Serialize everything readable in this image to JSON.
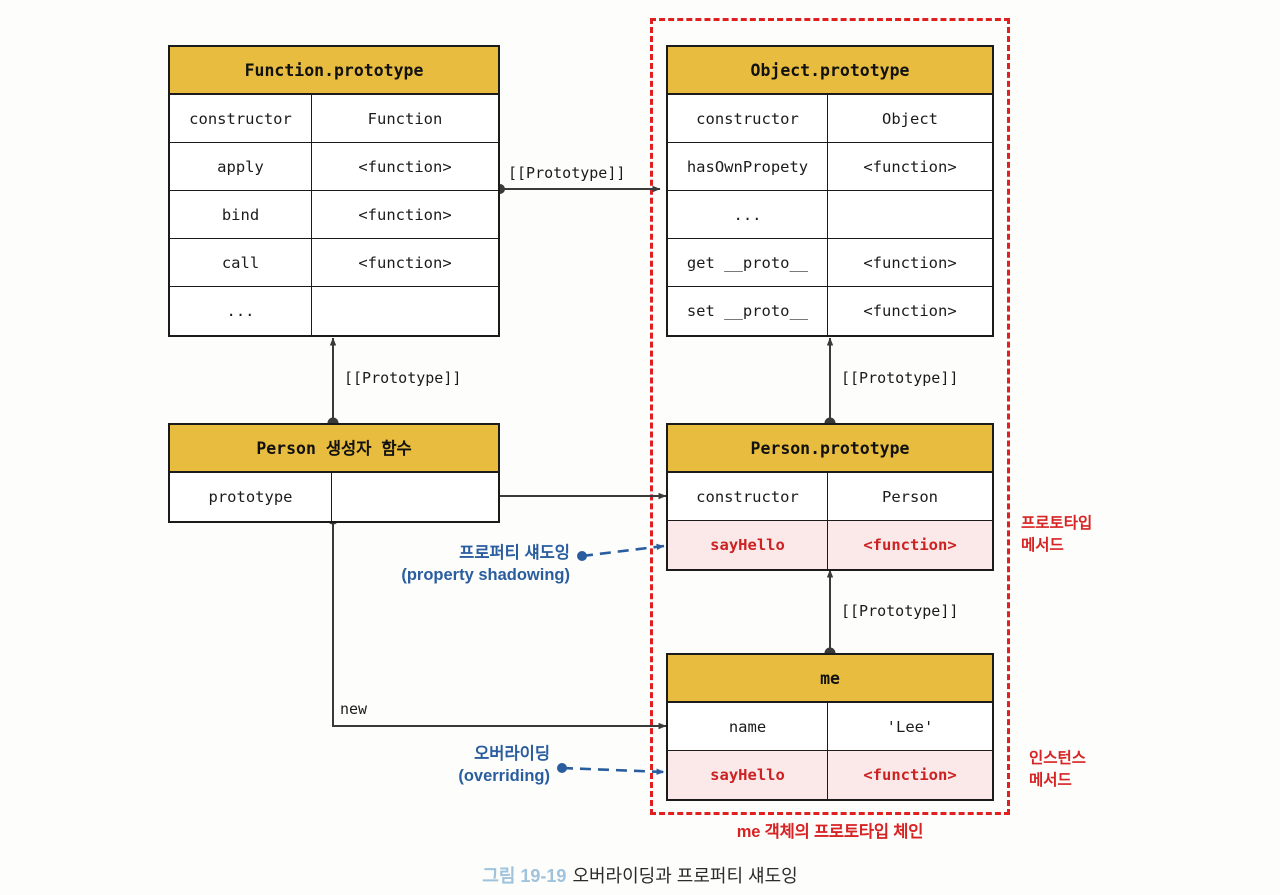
{
  "diagram": {
    "chain_region": {
      "caption": "me 객체의 프로토타입 체인"
    },
    "objects": {
      "function_prototype": {
        "title": "Function.prototype",
        "rows": [
          {
            "key": "constructor",
            "value": "Function",
            "highlight": false
          },
          {
            "key": "apply",
            "value": "<function>",
            "highlight": false
          },
          {
            "key": "bind",
            "value": "<function>",
            "highlight": false
          },
          {
            "key": "call",
            "value": "<function>",
            "highlight": false
          },
          {
            "key": "...",
            "value": "",
            "highlight": false
          }
        ]
      },
      "object_prototype": {
        "title": "Object.prototype",
        "rows": [
          {
            "key": "constructor",
            "value": "Object",
            "highlight": false
          },
          {
            "key": "hasOwnPropety",
            "value": "<function>",
            "highlight": false
          },
          {
            "key": "...",
            "value": "",
            "highlight": false
          },
          {
            "key": "get __proto__",
            "value": "<function>",
            "highlight": false
          },
          {
            "key": "set __proto__",
            "value": "<function>",
            "highlight": false
          }
        ]
      },
      "person_constructor": {
        "title": "Person 생성자 함수",
        "rows": [
          {
            "key": "prototype",
            "value": "",
            "highlight": false
          }
        ]
      },
      "person_prototype": {
        "title": "Person.prototype",
        "rows": [
          {
            "key": "constructor",
            "value": "Person",
            "highlight": false
          },
          {
            "key": "sayHello",
            "value": "<function>",
            "highlight": true
          }
        ]
      },
      "me_instance": {
        "title": "me",
        "rows": [
          {
            "key": "name",
            "value": "'Lee'",
            "highlight": false
          },
          {
            "key": "sayHello",
            "value": "<function>",
            "highlight": true
          }
        ]
      }
    },
    "edges": [
      {
        "id": "fnproto-to-objproto",
        "label": "[[Prototype]]"
      },
      {
        "id": "personfn-to-fnproto",
        "label": "[[Prototype]]"
      },
      {
        "id": "personproto-to-objproto",
        "label": "[[Prototype]]"
      },
      {
        "id": "me-to-personproto",
        "label": "[[Prototype]]"
      },
      {
        "id": "personfn-new-me",
        "label": "new"
      },
      {
        "id": "personfn-prototype-to-personproto",
        "label": ""
      }
    ],
    "annotations": {
      "property_shadowing": {
        "line1": "프로퍼티 섀도잉",
        "line2": "(property shadowing)",
        "color": "#2a5d9f"
      },
      "overriding": {
        "line1": "오버라이딩",
        "line2": "(overriding)",
        "color": "#2a5d9f"
      },
      "prototype_method": {
        "line1": "프로토타입",
        "line2": "메서드",
        "color": "#d72323"
      },
      "instance_method": {
        "line1": "인스턴스",
        "line2": "메서드",
        "color": "#d72323"
      }
    },
    "figure_caption": {
      "number": "그림 19-19",
      "text": "오버라이딩과 프로퍼티 섀도잉"
    },
    "colors": {
      "header_gold": "#e8bc3e",
      "highlight_pink": "#fbe8e8",
      "highlight_red_text": "#cc2222",
      "dashed_red": "#e02020",
      "annotation_blue": "#2a5d9f",
      "caption_blue": "#9fc3dd"
    }
  }
}
